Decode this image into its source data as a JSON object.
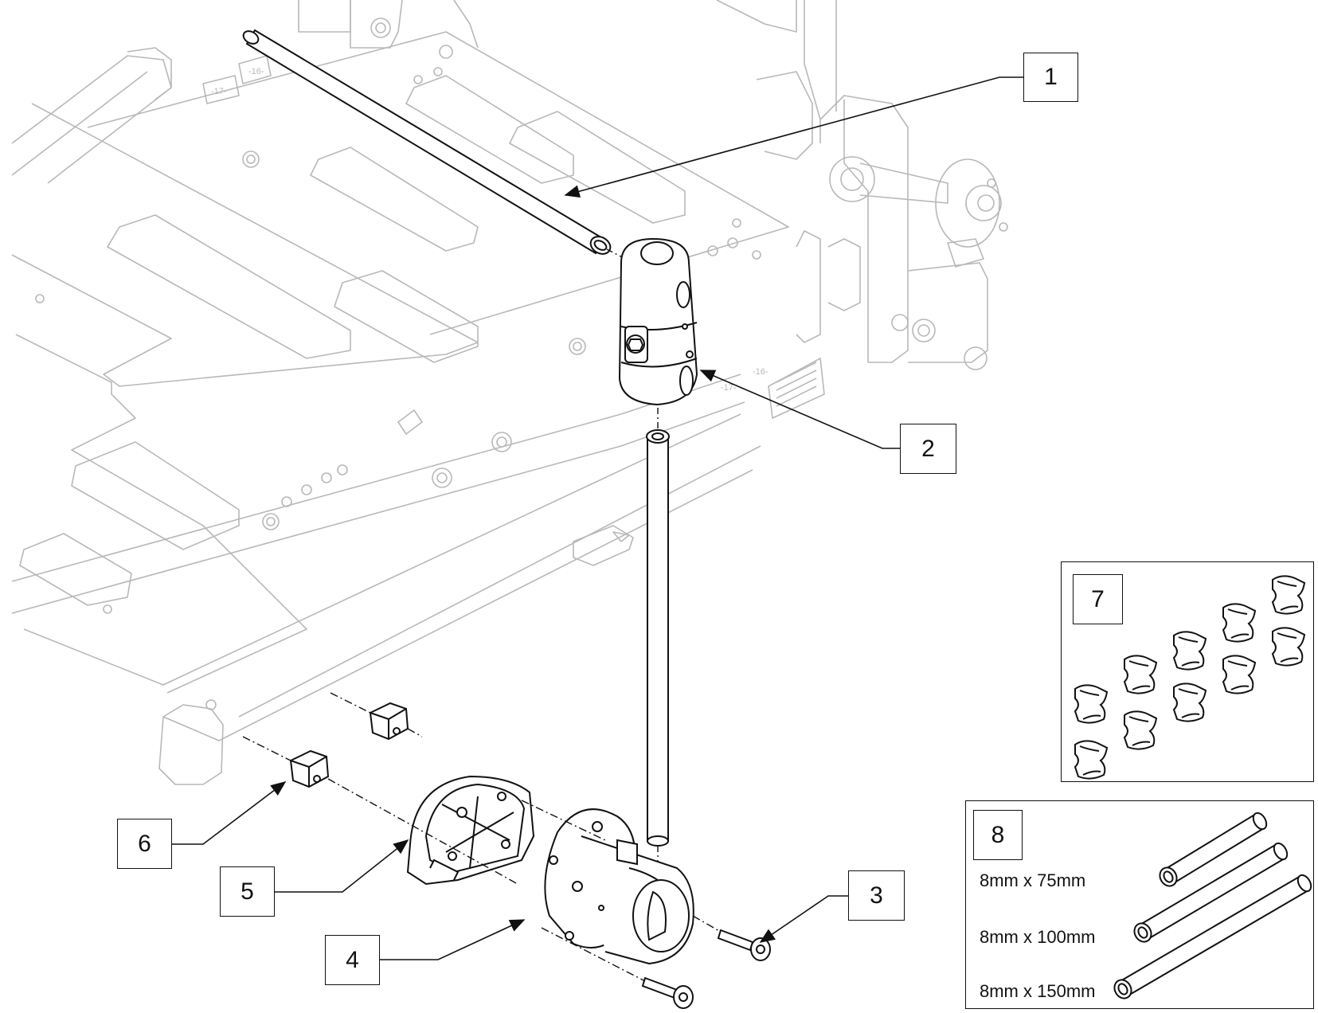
{
  "callouts": [
    {
      "id": "1"
    },
    {
      "id": "2"
    },
    {
      "id": "3"
    },
    {
      "id": "4"
    },
    {
      "id": "5"
    },
    {
      "id": "6"
    },
    {
      "id": "7"
    },
    {
      "id": "8"
    }
  ],
  "kit_8": {
    "rod_sizes": [
      "8mm x 75mm",
      "8mm x 100mm",
      "8mm x 150mm"
    ]
  },
  "colors": {
    "line": "#111111",
    "ghost_line": "#b8b8b8"
  }
}
